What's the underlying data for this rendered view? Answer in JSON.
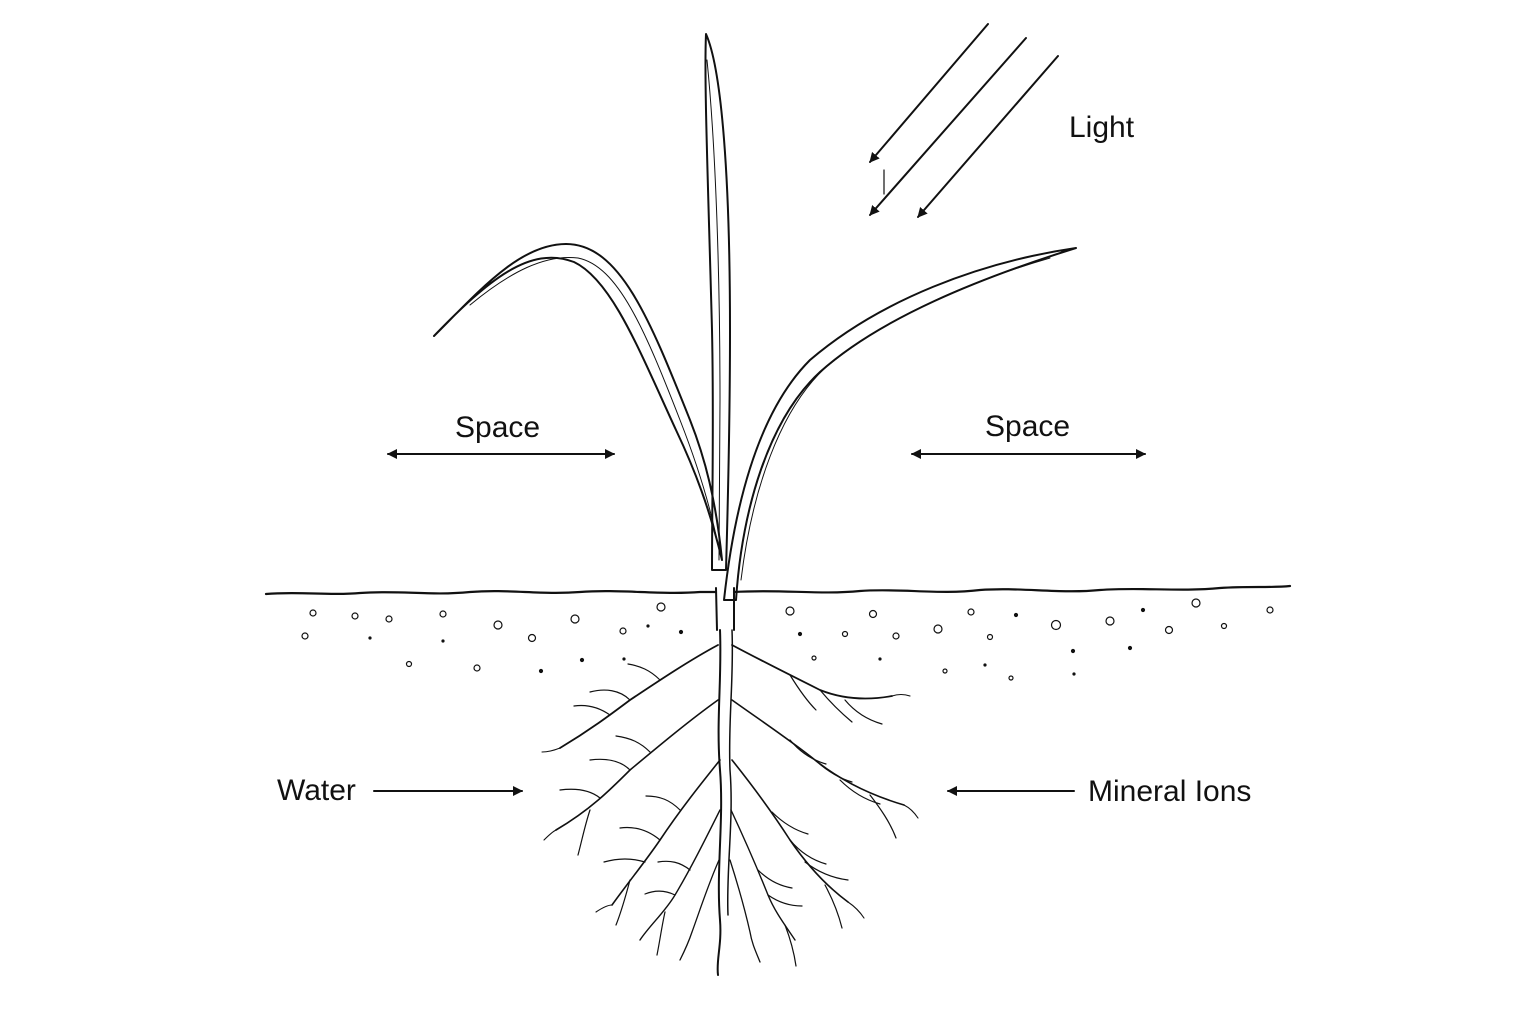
{
  "labels": {
    "light": "Light",
    "space_left": "Space",
    "space_right": "Space",
    "water": "Water",
    "mineral_ions": "Mineral Ions"
  },
  "colors": {
    "ink": "#111111",
    "background": "#ffffff"
  }
}
